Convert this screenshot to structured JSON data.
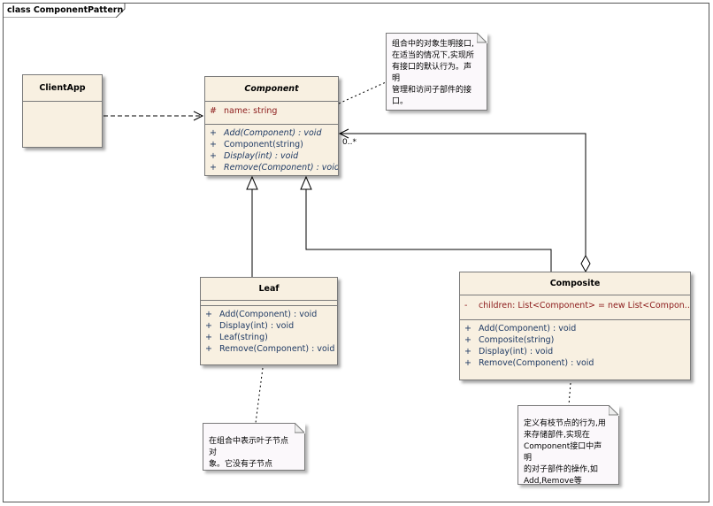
{
  "diagram": {
    "frame_title": "class ComponentPattern"
  },
  "classes": {
    "client": {
      "name": "ClientApp"
    },
    "component": {
      "name": "Component",
      "attributes": [
        {
          "vis": "#",
          "text": "name:  string"
        }
      ],
      "operations": [
        {
          "vis": "+",
          "text": "Add(Component) : void",
          "italic": true
        },
        {
          "vis": "+",
          "text": "Component(string)",
          "italic": false
        },
        {
          "vis": "+",
          "text": "Display(int) : void",
          "italic": true
        },
        {
          "vis": "+",
          "text": "Remove(Component) : void",
          "italic": true
        }
      ]
    },
    "leaf": {
      "name": "Leaf",
      "operations": [
        {
          "vis": "+",
          "text": "Add(Component) : void"
        },
        {
          "vis": "+",
          "text": "Display(int) : void"
        },
        {
          "vis": "+",
          "text": "Leaf(string)"
        },
        {
          "vis": "+",
          "text": "Remove(Component) : void"
        }
      ]
    },
    "composite": {
      "name": "Composite",
      "attributes": [
        {
          "vis": "-",
          "text": "children:  List<Component> = new List<Compon..."
        }
      ],
      "operations": [
        {
          "vis": "+",
          "text": "Add(Component) : void"
        },
        {
          "vis": "+",
          "text": "Composite(string)"
        },
        {
          "vis": "+",
          "text": "Display(int) : void"
        },
        {
          "vis": "+",
          "text": "Remove(Component) : void"
        }
      ]
    }
  },
  "notes": {
    "component_note": [
      "组合中的对象生明接口,",
      "在适当的情况下,实现所",
      "有接口的默认行为。声明",
      "管理和访问子部件的接",
      "口。"
    ],
    "leaf_note": [
      "在组合中表示叶子节点对",
      "象。它没有子节点"
    ],
    "composite_note": [
      "定义有枝节点的行为,用",
      "来存储部件,实现在",
      "Component接口中声明",
      "的对子部件的操作,如",
      "Add,Remove等"
    ]
  },
  "associations": {
    "multiplicity": "0..*"
  },
  "colors": {
    "class_fill": "#f8f0e1",
    "attribute_text": "#8b1a1a",
    "operation_text": "#1f3a64",
    "note_fill": "#fbf8fb"
  }
}
